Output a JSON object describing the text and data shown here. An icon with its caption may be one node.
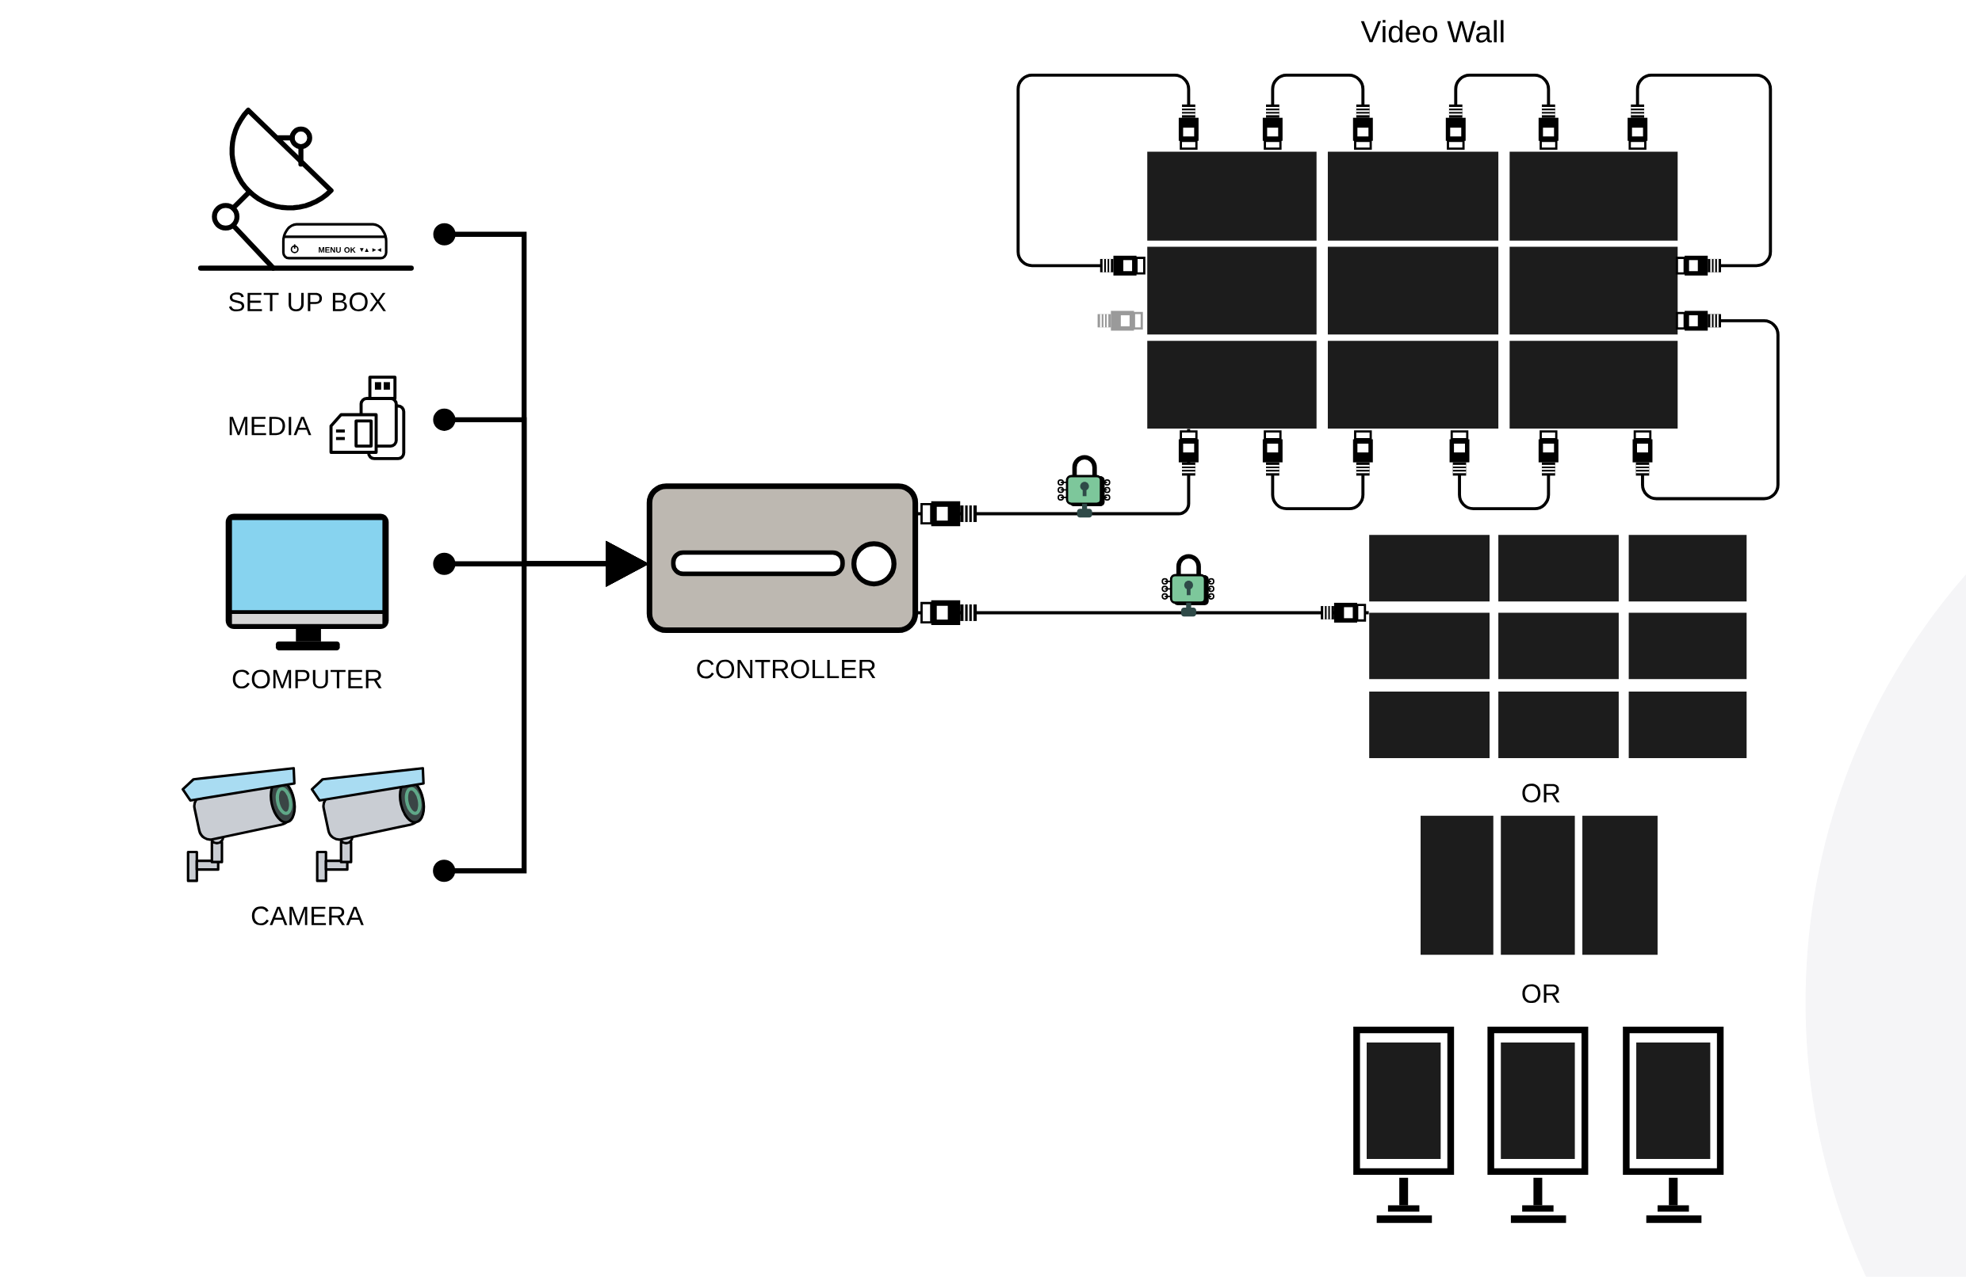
{
  "diagram": {
    "nodes": [
      {
        "text": [
          "SET UP BOX"
        ]
      },
      {
        "text": [
          "MEDIA"
        ]
      },
      {
        "text": [
          "COMPUTER"
        ]
      },
      {
        "text": [
          "CAMERA"
        ]
      },
      {
        "text": [
          "CONTROLLER"
        ]
      },
      {
        "text": [
          "Video Wall"
        ]
      },
      {
        "text": [],
        "shape": "picture"
      },
      {
        "text": [],
        "shape": "picture"
      },
      {
        "text": [],
        "shape": "picture"
      }
    ],
    "edges": [
      {
        "from": 0,
        "to": 4,
        "arrow": "to"
      },
      {
        "from": 1,
        "to": 4,
        "arrow": "to"
      },
      {
        "from": 2,
        "to": 4,
        "arrow": "to"
      },
      {
        "from": 3,
        "to": 4,
        "arrow": "to"
      },
      {
        "from": 4,
        "to": 5,
        "arrow": "other"
      },
      {
        "from": 4,
        "to": 6,
        "arrow": "other"
      }
    ],
    "labels": [
      "MENU",
      "OK",
      "OR",
      "OR"
    ]
  }
}
